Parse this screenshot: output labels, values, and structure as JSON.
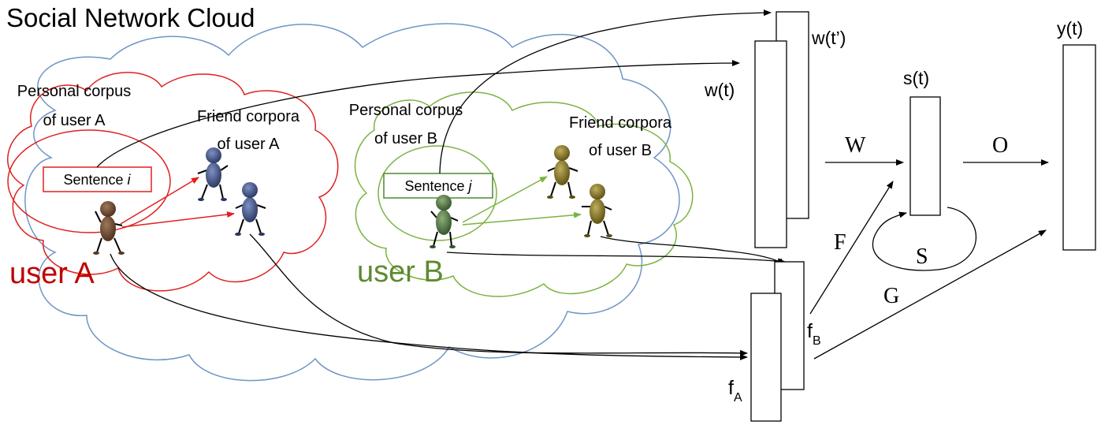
{
  "title": "Social Network Cloud",
  "user_a": {
    "label": "user A",
    "personal_corpus_line1": "Personal corpus",
    "personal_corpus_line2": "of user A",
    "friend_corpora_line1": "Friend corpora",
    "friend_corpora_line2": "of user A",
    "sentence_prefix": "Sentence ",
    "sentence_index": "i",
    "color": "#d21f1f"
  },
  "user_b": {
    "label": "user B",
    "personal_corpus_line1": "Personal corpus",
    "personal_corpus_line2": "of user B",
    "friend_corpora_line1": "Friend corpora",
    "friend_corpora_line2": "of user B",
    "sentence_prefix": "Sentence ",
    "sentence_index": "j",
    "color": "#5d8a32"
  },
  "cloud_color": "#6f96c3",
  "network": {
    "w_t": "w(t)",
    "w_t_prime": "w(t’)",
    "s_t": "s(t)",
    "y_t": "y(t)",
    "f_a_base": "f",
    "f_a_sub": "A",
    "f_b_base": "f",
    "f_b_sub": "B",
    "weight_w": "W",
    "weight_o": "O",
    "weight_f": "F",
    "weight_g": "G",
    "weight_s": "S"
  }
}
